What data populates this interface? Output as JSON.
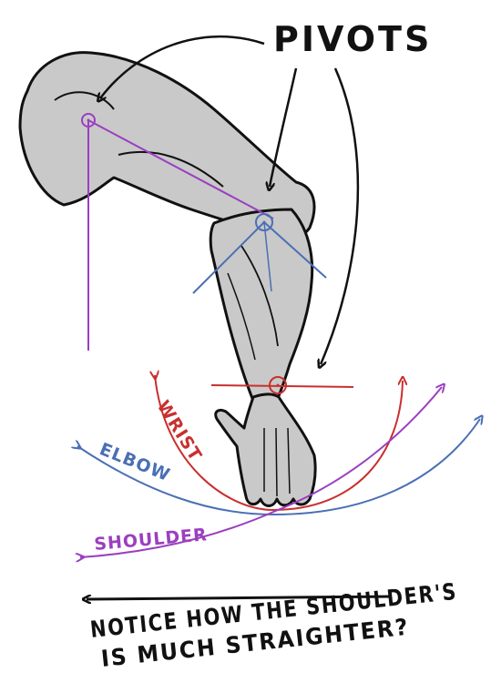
{
  "labels": {
    "pivots": "PIVOTS",
    "wrist": "WRIST",
    "elbow": "ELBOW",
    "shoulder": "SHOULDER",
    "note_line1": "NOTICE HOW THE SHOULDER'S",
    "note_line2": "IS MUCH STRAIGHTER?"
  },
  "colors": {
    "shoulder": "#9b3fc0",
    "elbow": "#4a6fb5",
    "wrist": "#c8302e",
    "skin": "#c9c9c9",
    "ink": "#111111"
  }
}
